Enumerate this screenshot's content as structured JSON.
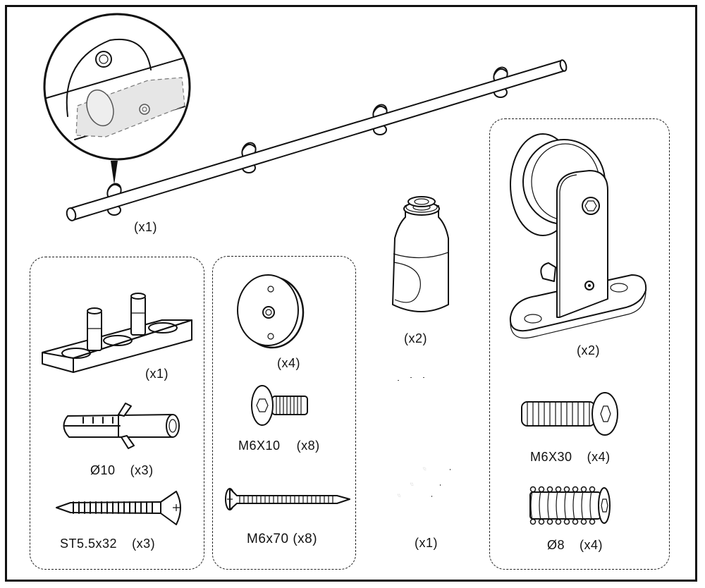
{
  "diagram": {
    "title": "Sliding barn door hardware parts list",
    "parts": {
      "track_rail": {
        "name": "Track rail with spacers",
        "qty_label": "(x1)"
      },
      "track_stop": {
        "name": "Floor guide plate",
        "qty_label": "(x1)"
      },
      "wall_anchor": {
        "name": "Wall anchor",
        "spec": "Ø10",
        "qty_label": "(x3)"
      },
      "wood_screw": {
        "name": "Wood screw",
        "spec": "ST5.5x32",
        "qty_label": "(x3)"
      },
      "round_spacer": {
        "name": "Round spacer disc",
        "qty_label": "(x4)"
      },
      "short_bolt": {
        "name": "Hex socket bolt",
        "spec": "M6X10",
        "qty_label": "(x8)"
      },
      "long_screw": {
        "name": "Long screw",
        "spec": "M6x70",
        "qty_label": "(x8)"
      },
      "end_stopper": {
        "name": "Rail end stopper",
        "qty_label": "(x2)"
      },
      "hex_keys": {
        "name": "Allen key set",
        "qty_label": "(x1)"
      },
      "roller_hanger": {
        "name": "Roller hanger",
        "qty_label": "(x2)"
      },
      "long_bolt": {
        "name": "Hex socket bolt",
        "spec": "M6X30",
        "qty_label": "(x4)"
      },
      "threaded_insert": {
        "name": "Threaded insert",
        "spec": "Ø8",
        "qty_label": "(x4)"
      }
    }
  }
}
